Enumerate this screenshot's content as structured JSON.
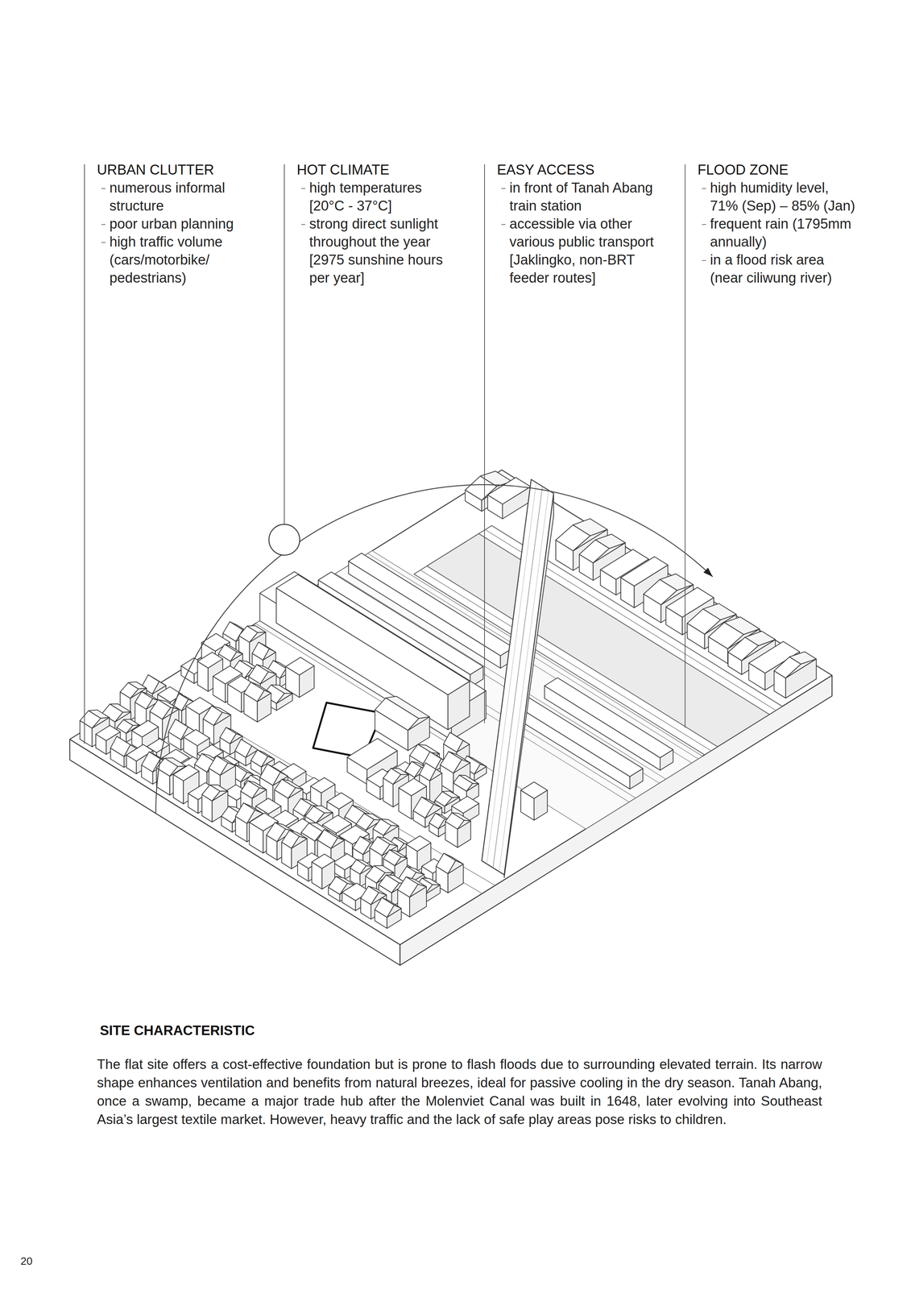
{
  "diagram": {
    "title": "SITE CHARACTERISTIC",
    "caption": "The flat site offers a cost-effective foundation but is prone to flash floods due to surrounding elevated terrain. Its narrow shape enhances ventilation and benefits from natural breezes, ideal for passive cooling in the dry season. Tanah Abang, once a swamp, became a major trade hub after the Molenviet Canal was built in 1648, later evolving into Southeast Asia’s largest textile market. However, heavy traffic and the lack of safe play areas pose risks to children.",
    "labels": [
      "URBAN CLUTTER",
      "numerous informal structure",
      "poor urban planning",
      "high traffic volume (cars/motorbike/ pedestrians)",
      "HOT CLIMATE",
      "high temperatures [20°C - 37°C]",
      "strong direct sunlight throughout the year [2975 sunshine hours per year]",
      "EASY ACCESS",
      "in front of Tanah Abang train station",
      "accessible via other various public transport [Jaklingko, non-BRT feeder routes]",
      "FLOOD ZONE",
      "high humidity level, 71% (Sep) – 85% (Jan)",
      "frequent rain (1795mm annually)",
      "in a flood risk area (near ciliwung river)",
      "20"
    ]
  }
}
